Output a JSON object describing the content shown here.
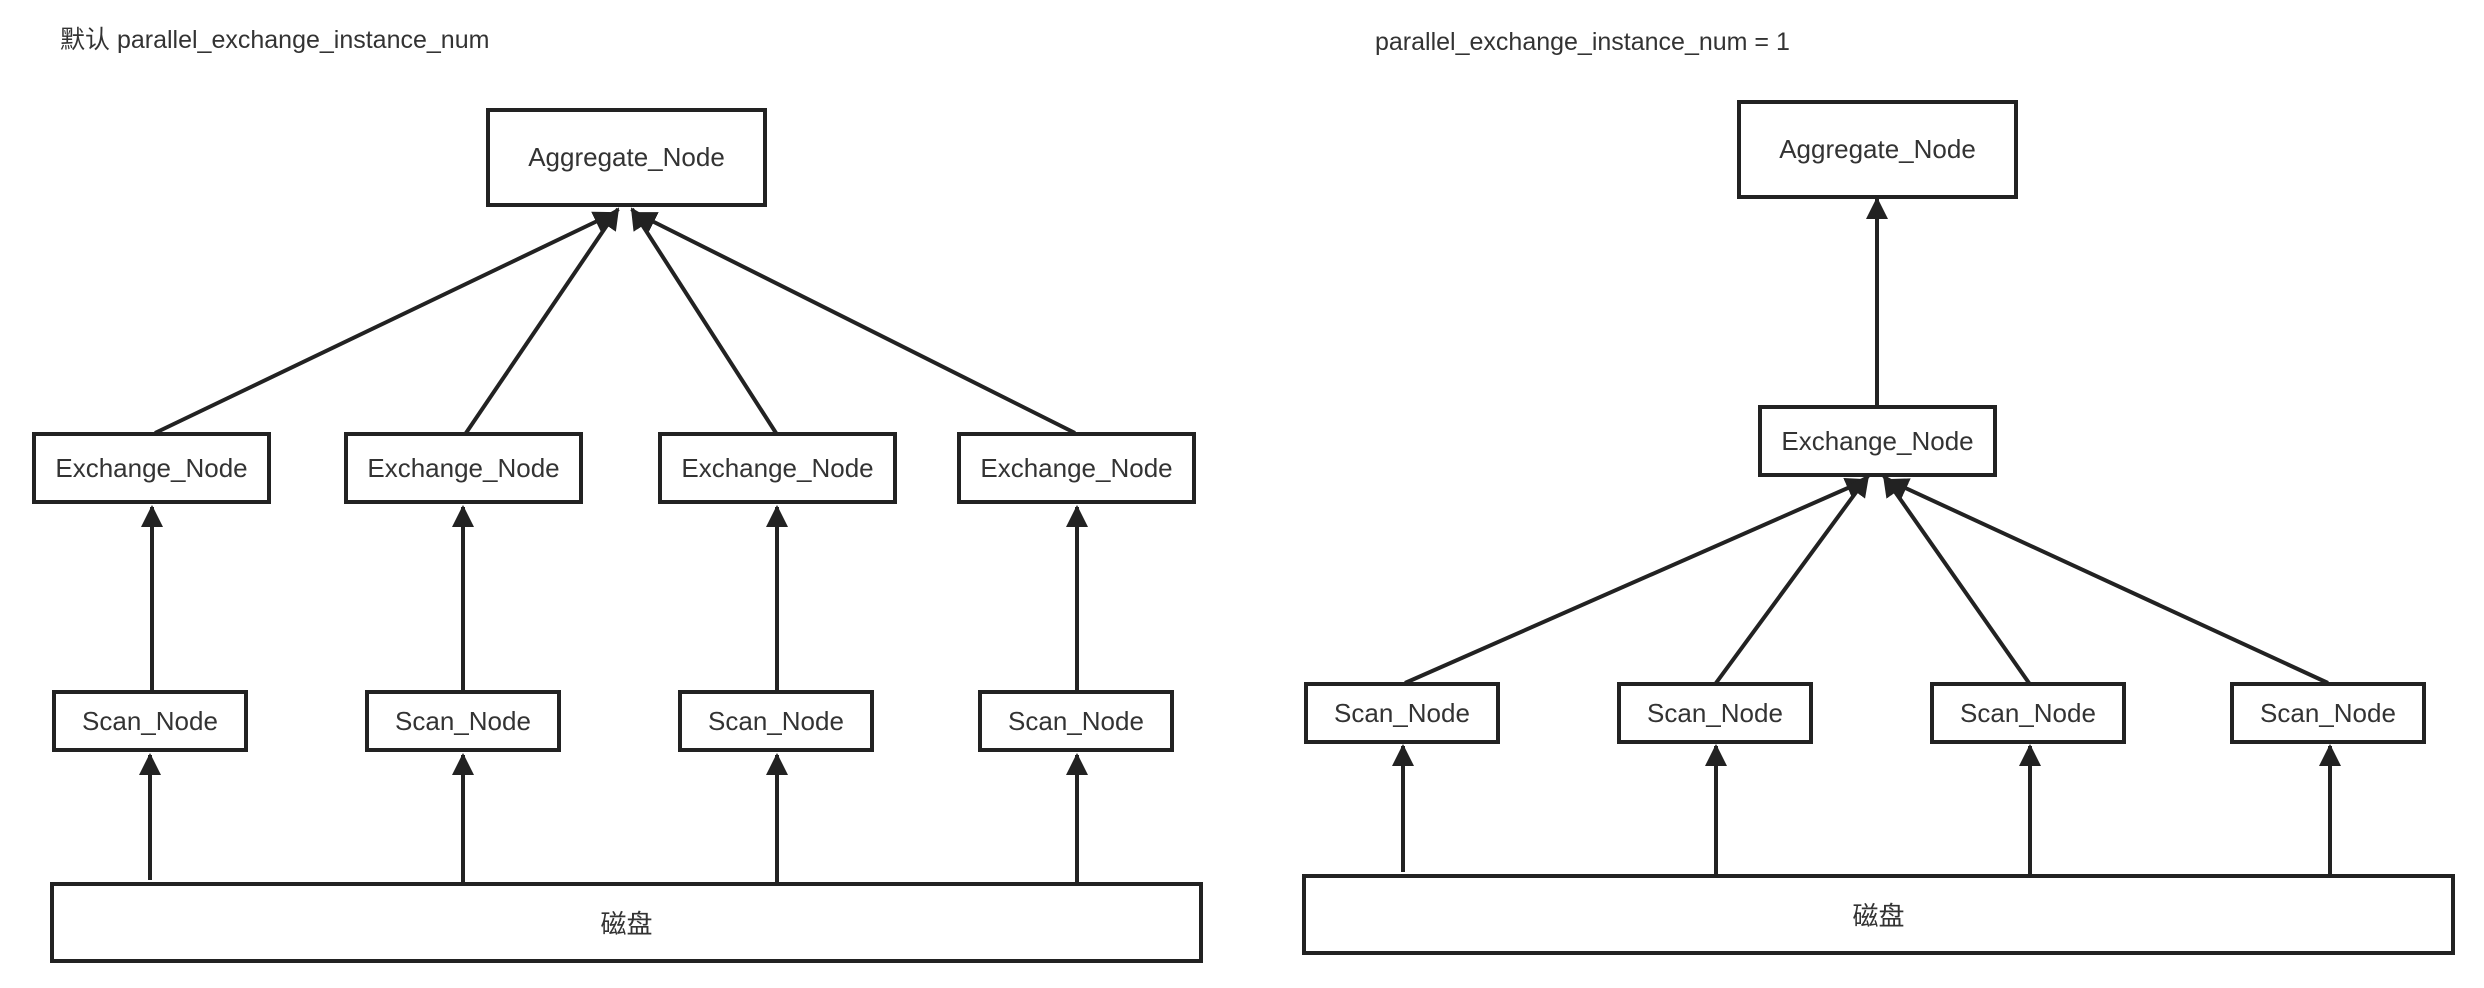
{
  "left": {
    "caption": "默认 parallel_exchange_instance_num",
    "aggregate": "Aggregate_Node",
    "exchanges": [
      "Exchange_Node",
      "Exchange_Node",
      "Exchange_Node",
      "Exchange_Node"
    ],
    "scans": [
      "Scan_Node",
      "Scan_Node",
      "Scan_Node",
      "Scan_Node"
    ],
    "disk": "磁盘"
  },
  "right": {
    "caption": "parallel_exchange_instance_num = 1",
    "aggregate": "Aggregate_Node",
    "exchange": "Exchange_Node",
    "scans": [
      "Scan_Node",
      "Scan_Node",
      "Scan_Node",
      "Scan_Node"
    ],
    "disk": "磁盘"
  },
  "colors": {
    "line": "#222222",
    "text": "#333333",
    "background": "#ffffff"
  }
}
